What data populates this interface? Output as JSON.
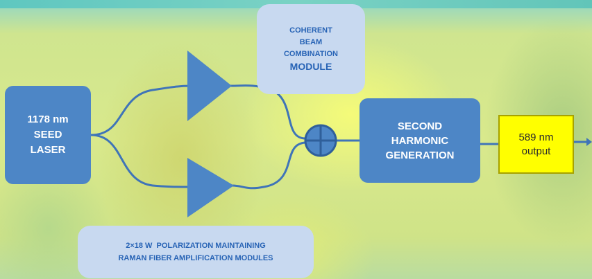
{
  "seed_laser": {
    "lines": [
      "1178 nm",
      "SEED",
      "LASER"
    ]
  },
  "coherent_module": {
    "lines": [
      "COHERENT",
      "BEAM",
      "COMBINATION",
      "MODULE"
    ]
  },
  "shg_block": {
    "lines": [
      "SECOND",
      "HARMONIC",
      "GENERATION"
    ]
  },
  "output_box": {
    "lines": [
      "589 nm",
      "output"
    ]
  },
  "raman_modules": {
    "lines": [
      "2×18 W  POLARIZATION MAINTAINING",
      "RAMAN FIBER AMPLIFICATION MODULES"
    ]
  },
  "colors": {
    "block_fill": "#4d86c6",
    "label_fill": "#c8d9f0",
    "label_text": "#2763b5",
    "output_fill": "#ffff00",
    "wire": "#3f74b8"
  },
  "icons": [
    "amplifier-triangle-icon",
    "beam-combiner-icon",
    "output-arrow-icon"
  ]
}
